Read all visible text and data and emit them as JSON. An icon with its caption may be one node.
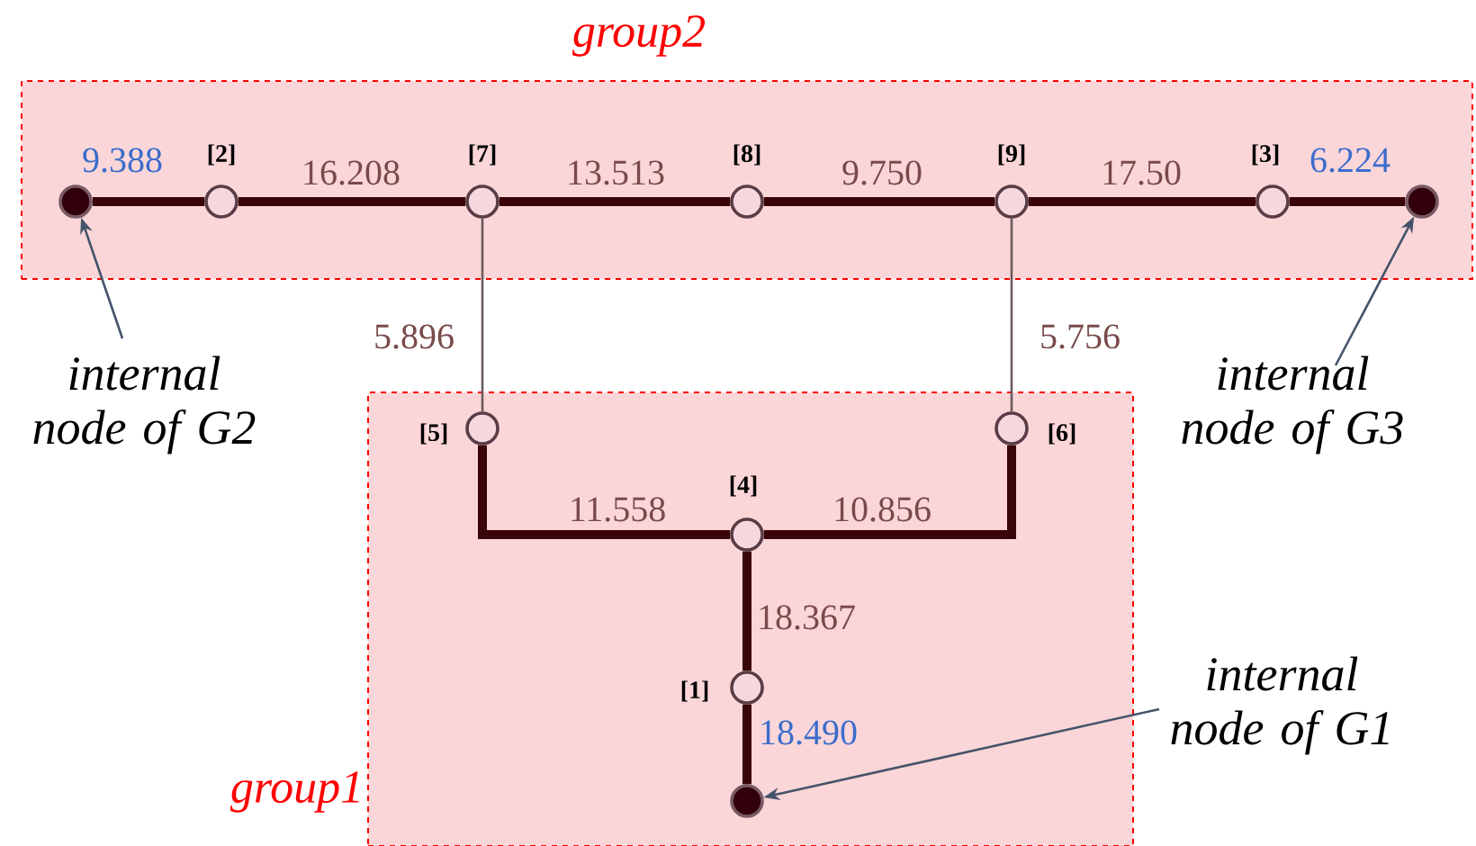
{
  "diagram": {
    "nodes": [
      {
        "text": [
          "group2"
        ]
      },
      {
        "text": [],
        "shape": "dot",
        "in": 0
      },
      {
        "text": [],
        "shape": "circle",
        "beside": [
          "[2]"
        ],
        "in": 0
      },
      {
        "text": [],
        "shape": "circle",
        "beside": [
          "[7]"
        ],
        "in": 0
      },
      {
        "text": [],
        "shape": "circle",
        "beside": [
          "[8]"
        ],
        "in": 0
      },
      {
        "text": [],
        "shape": "circle",
        "beside": [
          "[9]"
        ],
        "in": 0
      },
      {
        "text": [],
        "shape": "circle",
        "beside": [
          "[3]"
        ],
        "in": 0
      },
      {
        "text": [],
        "shape": "dot",
        "in": 0
      },
      {
        "text": [
          "group1"
        ]
      },
      {
        "text": [],
        "shape": "circle",
        "beside": [
          "[5]"
        ],
        "in": 8
      },
      {
        "text": [],
        "shape": "circle",
        "beside": [
          "[4]"
        ],
        "in": 8
      },
      {
        "text": [],
        "shape": "circle",
        "beside": [
          "[6]"
        ],
        "in": 8
      },
      {
        "text": [],
        "shape": "circle",
        "beside": [
          "[1]"
        ],
        "in": 8
      },
      {
        "text": [],
        "shape": "dot",
        "in": 8
      },
      {
        "text": [
          "internal node of G2"
        ]
      },
      {
        "text": [
          "internal node of G3"
        ]
      },
      {
        "text": [
          "internal node of G1"
        ]
      }
    ],
    "edges": [
      {
        "from": 1,
        "to": 2,
        "arrow": "none",
        "label": "9.388"
      },
      {
        "from": 2,
        "to": 3,
        "arrow": "none",
        "label": "16.208"
      },
      {
        "from": 3,
        "to": 4,
        "arrow": "none",
        "label": "13.513"
      },
      {
        "from": 4,
        "to": 5,
        "arrow": "none",
        "label": "9.750"
      },
      {
        "from": 5,
        "to": 6,
        "arrow": "none",
        "label": "17.50"
      },
      {
        "from": 6,
        "to": 7,
        "arrow": "none",
        "label": "6.224"
      },
      {
        "from": 3,
        "to": 9,
        "arrow": "none",
        "label": "5.896",
        "color": "#6a5a5e"
      },
      {
        "from": 5,
        "to": 11,
        "arrow": "none",
        "label": "5.756",
        "color": "#6a5a5e"
      },
      {
        "from": 9,
        "to": 10,
        "arrow": "none",
        "label": "11.558"
      },
      {
        "from": 10,
        "to": 11,
        "arrow": "none",
        "label": "10.856"
      },
      {
        "from": 10,
        "to": 12,
        "arrow": "none",
        "label": "18.367"
      },
      {
        "from": 12,
        "to": 13,
        "arrow": "none",
        "label": "18.490"
      },
      {
        "from": 14,
        "to": 1,
        "arrow": "to",
        "color": "#44546a"
      },
      {
        "from": 15,
        "to": 7,
        "arrow": "to",
        "color": "#44546a"
      },
      {
        "from": 16,
        "to": 13,
        "arrow": "to",
        "color": "#44546a"
      }
    ]
  }
}
